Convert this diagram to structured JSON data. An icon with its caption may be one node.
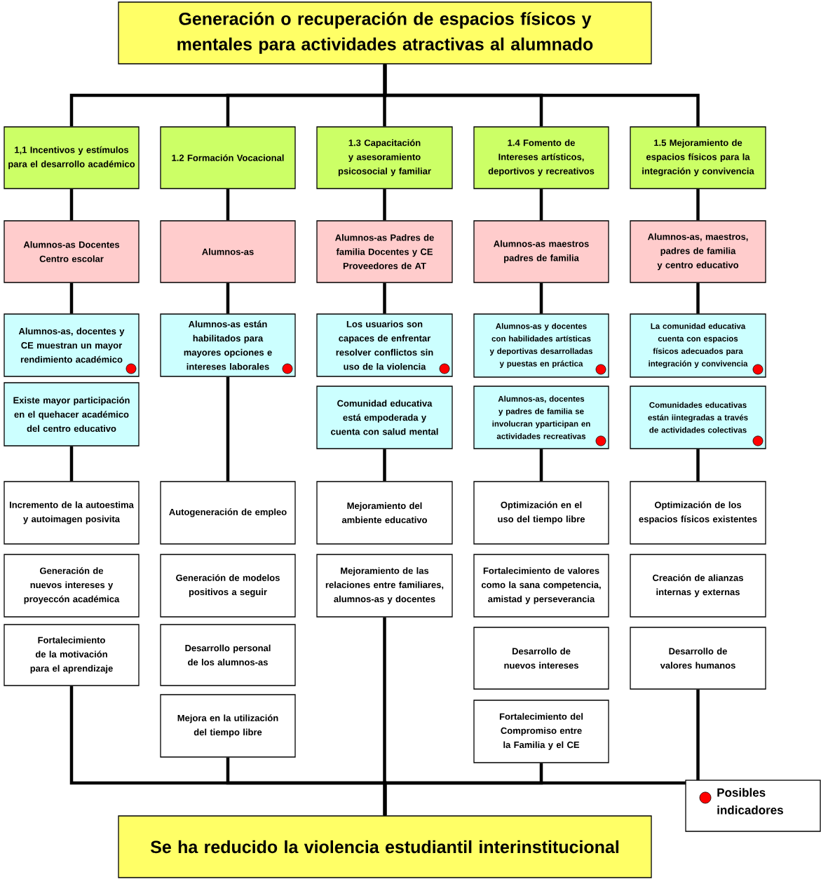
{
  "diagram": {
    "nodes": [
      {
        "text": [
          "Generación o recuperación de espacios físicos y mentales para actividades atractivas al alumnado"
        ]
      },
      {
        "text": [
          "1,1 Incentivos y estímulos para el desarrollo académico"
        ]
      },
      {
        "text": [
          "Alumnos-as Docentes Centro escolar"
        ]
      },
      {
        "text": [
          "Alumnos-as, docentes y CE muestran un mayor rendimiento académico"
        ]
      },
      {
        "text": [
          "Existe mayor participación en el quehacer académico del centro educativo"
        ]
      },
      {
        "text": [
          "Incremento de la autoestima y autoimagen posivita"
        ]
      },
      {
        "text": [
          "Generación de nuevos intereses y proyeccón académica"
        ]
      },
      {
        "text": [
          "Fortalecimiento de la motivación para el aprendizaje"
        ]
      },
      {
        "text": [
          "1.2 Formación Vocacional"
        ]
      },
      {
        "text": [
          "Alumnos-as"
        ]
      },
      {
        "text": [
          "Alumnos-as están habilitados para mayores opciones e intereses laborales"
        ]
      },
      {
        "text": [
          "Autogeneración de empleo"
        ]
      },
      {
        "text": [
          "Generación de modelos positivos a seguir"
        ]
      },
      {
        "text": [
          "Desarrollo personal de los alumnos-as"
        ]
      },
      {
        "text": [
          "Mejora en la utilización del tiempo libre"
        ]
      },
      {
        "text": [
          "1.3 Capacitación y asesoramiento psicosocial y familiar"
        ]
      },
      {
        "text": [
          "Alumnos-as Padres de familia Docentes y CE Proveedores de AT"
        ]
      },
      {
        "text": [
          "Los usuarios son capaces de enfrentar resolver conflictos sin uso de la violencia"
        ]
      },
      {
        "text": [
          "Comunidad educativa está empoderada y cuenta con salud mental"
        ]
      },
      {
        "text": [
          "Mejoramiento del ambiente educativo"
        ]
      },
      {
        "text": [
          "Mejoramiento de las relaciones entre familiares, alumnos-as y docentes"
        ]
      },
      {
        "text": [
          "1.4 Fomento de Intereses artísticos, deportivos y recreativos"
        ]
      },
      {
        "text": [
          "Alumnos-as maestros padres de familia"
        ]
      },
      {
        "text": [
          "Alumnos-as y docentes con habilidades artísticas y deportivas desarrolladas y puestas en práctica"
        ]
      },
      {
        "text": [
          "Alumnos-as, docentes y padres de familia se involucran yparticipan en actividades recreativas"
        ]
      },
      {
        "text": [
          "Optimización en el uso del tiempo libre"
        ]
      },
      {
        "text": [
          "Fortalecimiento de valores como la sana competencia, amistad y perseverancia"
        ]
      },
      {
        "text": [
          "Desarrollo de nuevos intereses"
        ]
      },
      {
        "text": [
          "Fortalecimiento del Compromiso entre la Familia y el CE"
        ]
      },
      {
        "text": [
          "1.5 Mejoramiento de espacios físicos para la integración y convivencia"
        ]
      },
      {
        "text": [
          "Alumnos-as, maestros, padres de familia y centro educativo"
        ]
      },
      {
        "text": [
          "La comunidad educativa cuenta con espacios físicos adecuados para integración y convivencia"
        ]
      },
      {
        "text": [
          "Comunidades educativas están iintegradas a través de actividades colectivas"
        ]
      },
      {
        "text": [
          "Optimización de los espacios físicos existentes"
        ]
      },
      {
        "text": [
          "Creación de alianzas internas y externas"
        ]
      },
      {
        "text": [
          "Desarrollo de valores humanos"
        ]
      },
      {
        "text": [
          "Se ha reducido la violencia estudiantil interinstitucional"
        ]
      }
    ],
    "edges": [
      {
        "from": 0,
        "to": 1,
        "arrow": "none"
      },
      {
        "from": 0,
        "to": 8,
        "arrow": "none"
      },
      {
        "from": 0,
        "to": 15,
        "arrow": "none"
      },
      {
        "from": 0,
        "to": 21,
        "arrow": "none"
      },
      {
        "from": 0,
        "to": 29,
        "arrow": "none"
      },
      {
        "from": 1,
        "to": 2,
        "arrow": "none"
      },
      {
        "from": 2,
        "to": 3,
        "arrow": "none"
      },
      {
        "from": 4,
        "to": 5,
        "arrow": "none"
      },
      {
        "from": 7,
        "to": 36,
        "arrow": "none"
      },
      {
        "from": 8,
        "to": 9,
        "arrow": "none"
      },
      {
        "from": 9,
        "to": 10,
        "arrow": "none"
      },
      {
        "from": 10,
        "to": 11,
        "arrow": "none"
      },
      {
        "from": 14,
        "to": 36,
        "arrow": "none"
      },
      {
        "from": 15,
        "to": 16,
        "arrow": "none"
      },
      {
        "from": 16,
        "to": 17,
        "arrow": "none"
      },
      {
        "from": 18,
        "to": 19,
        "arrow": "none"
      },
      {
        "from": 20,
        "to": 36,
        "arrow": "none"
      },
      {
        "from": 21,
        "to": 22,
        "arrow": "none"
      },
      {
        "from": 22,
        "to": 23,
        "arrow": "none"
      },
      {
        "from": 24,
        "to": 25,
        "arrow": "none"
      },
      {
        "from": 28,
        "to": 36,
        "arrow": "none"
      },
      {
        "from": 29,
        "to": 30,
        "arrow": "none"
      },
      {
        "from": 30,
        "to": 31,
        "arrow": "none"
      },
      {
        "from": 32,
        "to": 33,
        "arrow": "none"
      },
      {
        "from": 35,
        "to": 36,
        "arrow": "none"
      }
    ],
    "legend": [
      {
        "text": "Posibles indicadores",
        "color": "#ff0000"
      }
    ]
  }
}
